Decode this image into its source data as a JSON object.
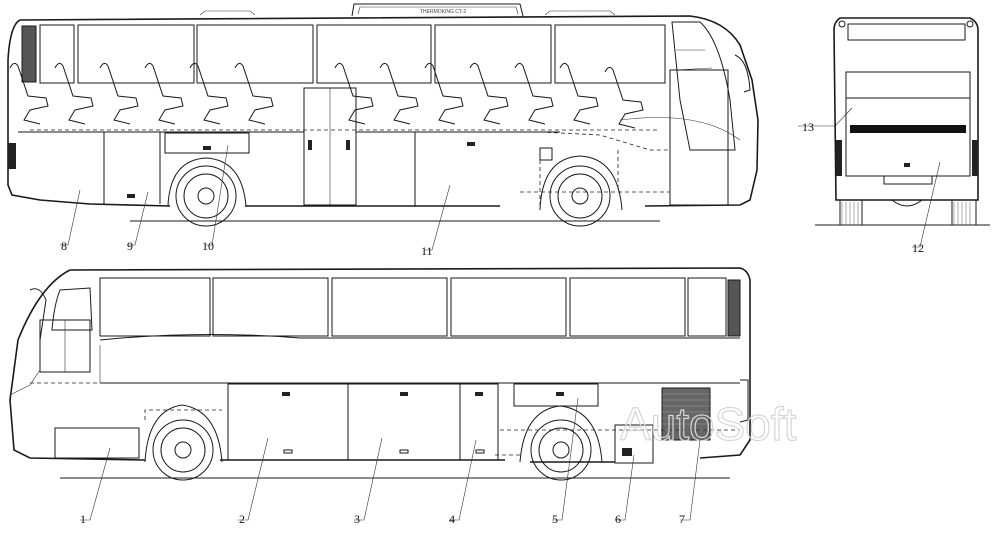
{
  "diagram": {
    "roof_hatch_text": "THERMOKING CT-2",
    "callouts": [
      {
        "id": "c1",
        "text": "1"
      },
      {
        "id": "c2",
        "text": "2"
      },
      {
        "id": "c3",
        "text": "3"
      },
      {
        "id": "c4",
        "text": "4"
      },
      {
        "id": "c5",
        "text": "5"
      },
      {
        "id": "c6",
        "text": "6"
      },
      {
        "id": "c7",
        "text": "7"
      },
      {
        "id": "c8",
        "text": "8"
      },
      {
        "id": "c9",
        "text": "9"
      },
      {
        "id": "c10",
        "text": "10"
      },
      {
        "id": "c11",
        "text": "11"
      },
      {
        "id": "c12",
        "text": "12"
      },
      {
        "id": "c13",
        "text": "13"
      }
    ],
    "watermark": "AutoSoft",
    "line_color": "#1a1a1a",
    "background": "#ffffff"
  }
}
